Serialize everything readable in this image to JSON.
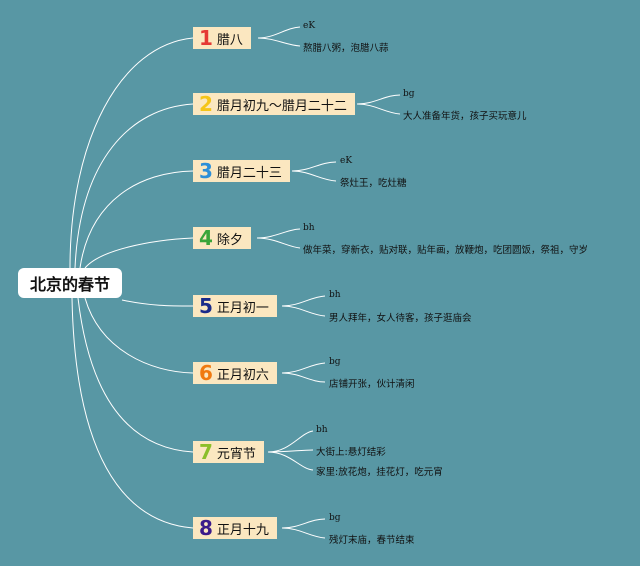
{
  "root": {
    "title": "北京的春节"
  },
  "colors": {
    "background": "#5897a4",
    "node_fill": "#fbe7c0",
    "line": "#ffffff"
  },
  "branches": [
    {
      "num": "1",
      "num_color": "#e53935",
      "label": "腊八",
      "note": "eK",
      "leaves": [
        "熬腊八粥，泡腊八蒜"
      ]
    },
    {
      "num": "2",
      "num_color": "#f5c518",
      "label": "腊月初九～腊月二十二",
      "note": "bg",
      "leaves": [
        "大人准备年货，孩子买玩意儿"
      ]
    },
    {
      "num": "3",
      "num_color": "#2d8fd8",
      "label": "腊月二十三",
      "note": "eK",
      "leaves": [
        "祭灶王，吃灶糖"
      ]
    },
    {
      "num": "4",
      "num_color": "#3aa53a",
      "label": "除夕",
      "note": "bh",
      "leaves": [
        "做年菜，穿新衣，贴对联，贴年画，放鞭炮，吃团圆饭，祭祖，守岁"
      ]
    },
    {
      "num": "5",
      "num_color": "#1a2a8a",
      "label": "正月初一",
      "note": "bh",
      "leaves": [
        "男人拜年，女人待客，孩子逛庙会"
      ]
    },
    {
      "num": "6",
      "num_color": "#f07a10",
      "label": "正月初六",
      "note": "bg",
      "leaves": [
        "店铺开张，伙计清闲"
      ]
    },
    {
      "num": "7",
      "num_color": "#8cbf2a",
      "label": "元宵节",
      "note": "bh",
      "leaves": [
        "大街上:悬灯结彩",
        "家里:放花炮，挂花灯，吃元宵"
      ]
    },
    {
      "num": "8",
      "num_color": "#3b1a8a",
      "label": "正月十九",
      "note": "bg",
      "leaves": [
        "残灯末庙，春节结束"
      ]
    }
  ]
}
